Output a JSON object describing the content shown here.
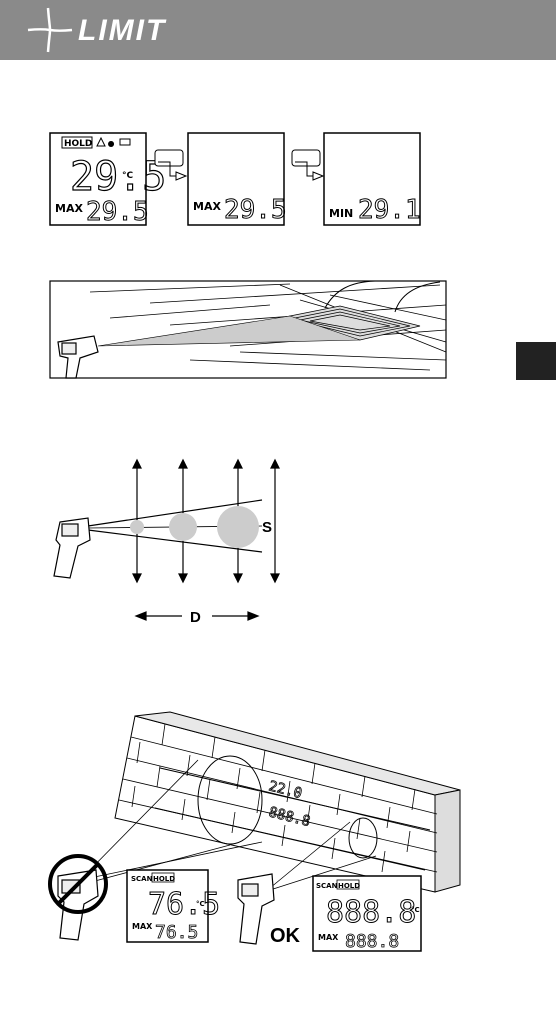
{
  "header": {
    "logo_text": "LIMIT"
  },
  "figure1": {
    "screen1": {
      "hold": "HOLD",
      "reading": "29.5",
      "unit": "°C",
      "label": "MAX",
      "value": "29.5"
    },
    "screen2": {
      "label": "MAX",
      "value": "29.5"
    },
    "screen3": {
      "label": "MIN",
      "value": "29.1"
    }
  },
  "figure3": {
    "spot_label": "S",
    "distance_label": "D"
  },
  "figure4": {
    "wall_reading_top": "22.0",
    "wall_reading_bottom": "888.8",
    "screen_bad": {
      "scan": "SCAN",
      "hold": "HOLD",
      "reading": "76.5",
      "unit": "°C",
      "label": "MAX",
      "value": "76.5"
    },
    "screen_ok": {
      "scan": "SCAN",
      "hold": "HOLD",
      "reading": "888.8",
      "unit": "°C",
      "label": "MAX",
      "value": "888.8"
    },
    "ok_label": "OK"
  }
}
